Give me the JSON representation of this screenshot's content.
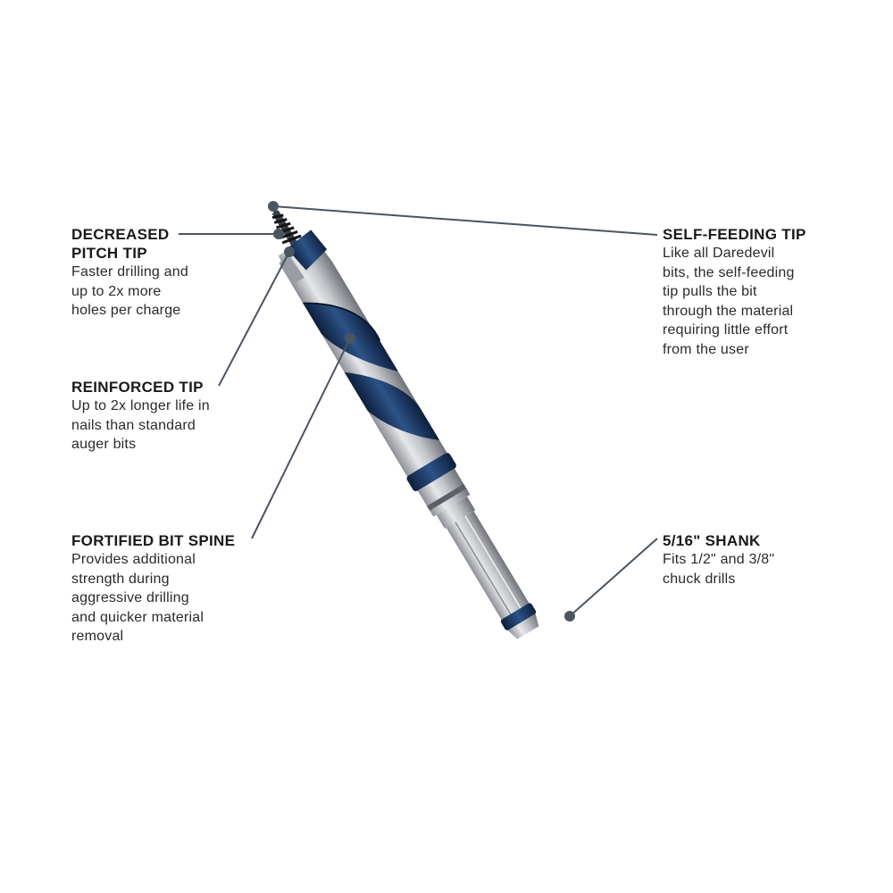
{
  "colors": {
    "leader": "#4a5560",
    "steel_light": "#d9dade",
    "steel_mid": "#b4b6bb",
    "steel_dark": "#6f7278",
    "blue": "#1d3a66",
    "blue_dark": "#0e1f3d"
  },
  "callouts": {
    "decreased": {
      "title": "DECREASED\nPITCH TIP",
      "body": "Faster drilling and\nup to 2x more\nholes per charge"
    },
    "reinforced": {
      "title": "REINFORCED TIP",
      "body": "Up to 2x longer life in\nnails than standard\nauger bits"
    },
    "fortified": {
      "title": "FORTIFIED BIT SPINE",
      "body": "Provides additional\nstrength during\naggressive drilling\nand quicker material\nremoval"
    },
    "selffeed": {
      "title": "SELF-FEEDING TIP",
      "body": "Like all Daredevil\nbits, the self-feeding\ntip pulls the bit\nthrough the material\nrequiring little effort\nfrom the user"
    },
    "shank": {
      "title": "5/16\" SHANK",
      "body": "Fits 1/2\" and 3/8\"\nchuck drills"
    }
  }
}
